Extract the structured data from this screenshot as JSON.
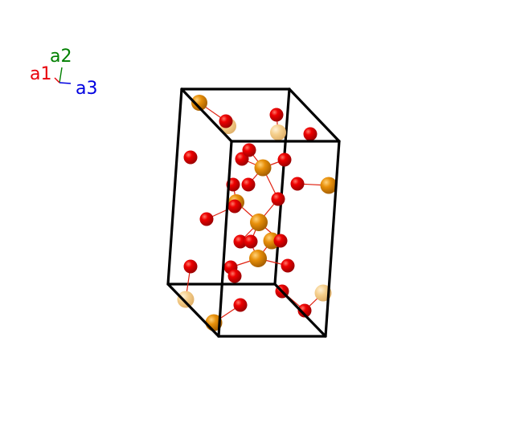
{
  "axes": {
    "a1": {
      "label": "a1",
      "color": "#e8000b"
    },
    "a2": {
      "label": "a2",
      "color": "#008000"
    },
    "a3": {
      "label": "a3",
      "color": "#0000e0"
    }
  },
  "colors": {
    "cell_edge": "#000000",
    "bond": "#e02010",
    "oxygen": "#ee0000",
    "metal": "#e8900a",
    "metal_faded": "#f5cf8c",
    "background": "#ffffff"
  },
  "atom_kinds": [
    "oxygen",
    "metal",
    "metal_faded"
  ]
}
